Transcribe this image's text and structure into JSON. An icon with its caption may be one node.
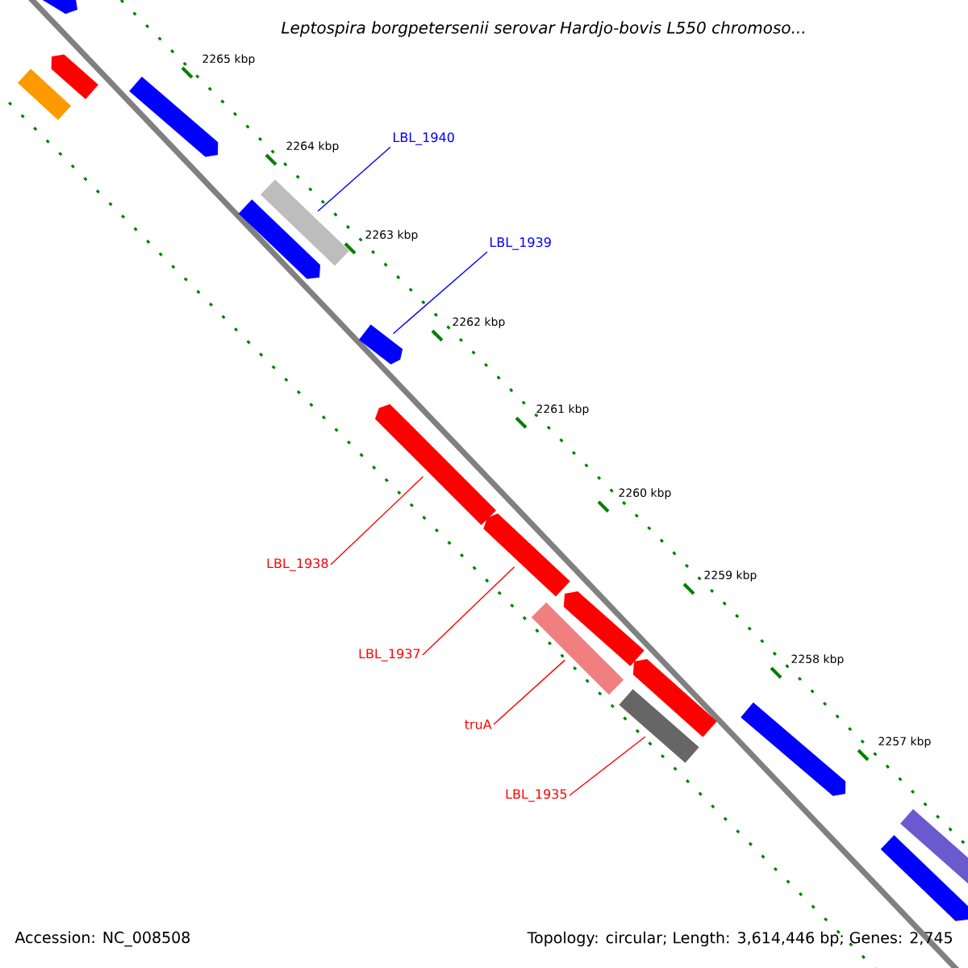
{
  "diagram": {
    "title": "Leptospira borgpetersenii serovar Hardjo-bovis L550 chromoso...",
    "nodes": [
      {
        "text": [
          "LBL_1940"
        ]
      },
      {
        "text": [
          "LBL_1939"
        ]
      },
      {
        "text": [
          "LBL_1938"
        ]
      },
      {
        "text": [
          "LBL_1937"
        ]
      },
      {
        "text": [
          "truA"
        ]
      },
      {
        "text": [
          "LBL_1935"
        ]
      },
      {
        "text": [],
        "shape": "bar"
      },
      {
        "text": [],
        "shape": "arrow"
      },
      {
        "text": [],
        "shape": "arrow"
      },
      {
        "text": [],
        "shape": "arrow"
      },
      {
        "text": [],
        "shape": "bar"
      },
      {
        "text": [],
        "shape": "bar"
      }
    ],
    "edges": [
      {
        "from": 0,
        "to": 6,
        "arrow": "none",
        "color": "#0000ff"
      },
      {
        "from": 1,
        "to": 7,
        "arrow": "none",
        "color": "#0000ff"
      },
      {
        "from": 2,
        "to": 8,
        "arrow": "none"
      },
      {
        "from": 3,
        "to": 9,
        "arrow": "none"
      },
      {
        "from": 4,
        "to": 10,
        "arrow": "none"
      },
      {
        "from": 5,
        "to": 11,
        "arrow": "none"
      }
    ],
    "labels": [
      "2265 kbp",
      "2264 kbp",
      "2263 kbp",
      "2262 kbp",
      "2261 kbp",
      "2260 kbp",
      "2259 kbp",
      "2258 kbp",
      "2257 kbp",
      "Accession: NC_008508",
      "Topology: circular; Length: 3,614,446 bp; Genes: 2,745"
    ]
  }
}
